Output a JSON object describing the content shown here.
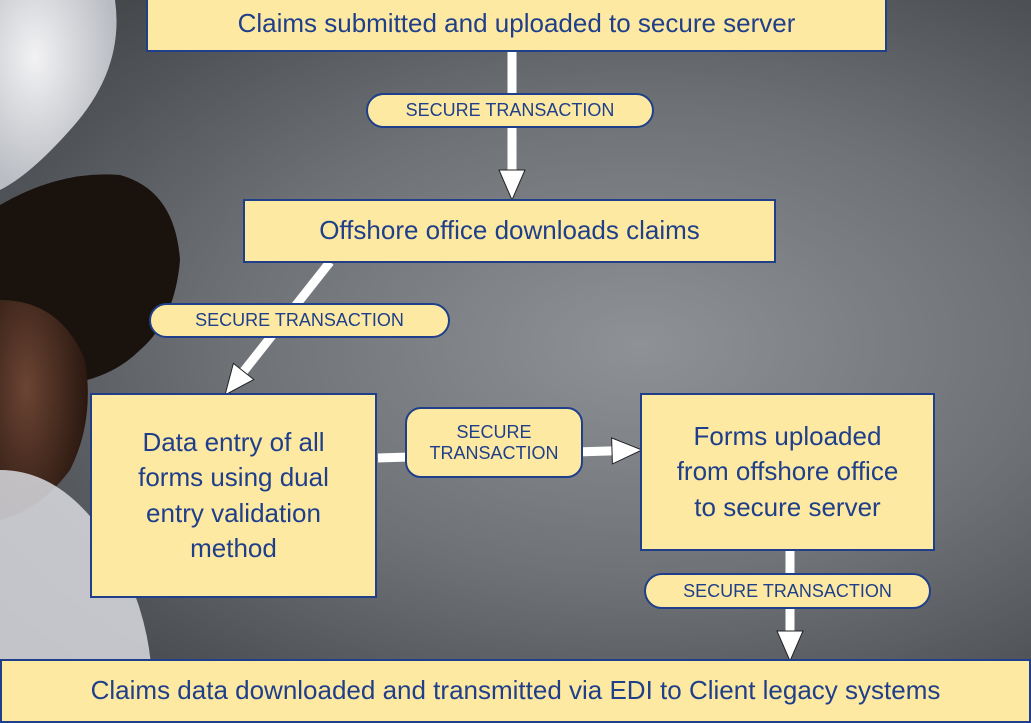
{
  "steps": {
    "submitted": "Claims submitted and uploaded to secure server",
    "offshore_download": "Offshore office downloads claims",
    "data_entry": "Data entry of all\nforms using dual\nentry validation\nmethod",
    "forms_uploaded": "Forms uploaded\nfrom offshore office\nto secure server",
    "final": "Claims data downloaded and transmitted via EDI to Client legacy systems"
  },
  "transactions": {
    "t1": "SECURE TRANSACTION",
    "t2": "SECURE TRANSACTION",
    "t3": "SECURE\nTRANSACTION",
    "t4": "SECURE TRANSACTION"
  },
  "colors": {
    "box_fill": "#fde9a2",
    "box_border": "#1f3f8a",
    "text": "#1f3f8a",
    "arrow": "#ffffff"
  }
}
